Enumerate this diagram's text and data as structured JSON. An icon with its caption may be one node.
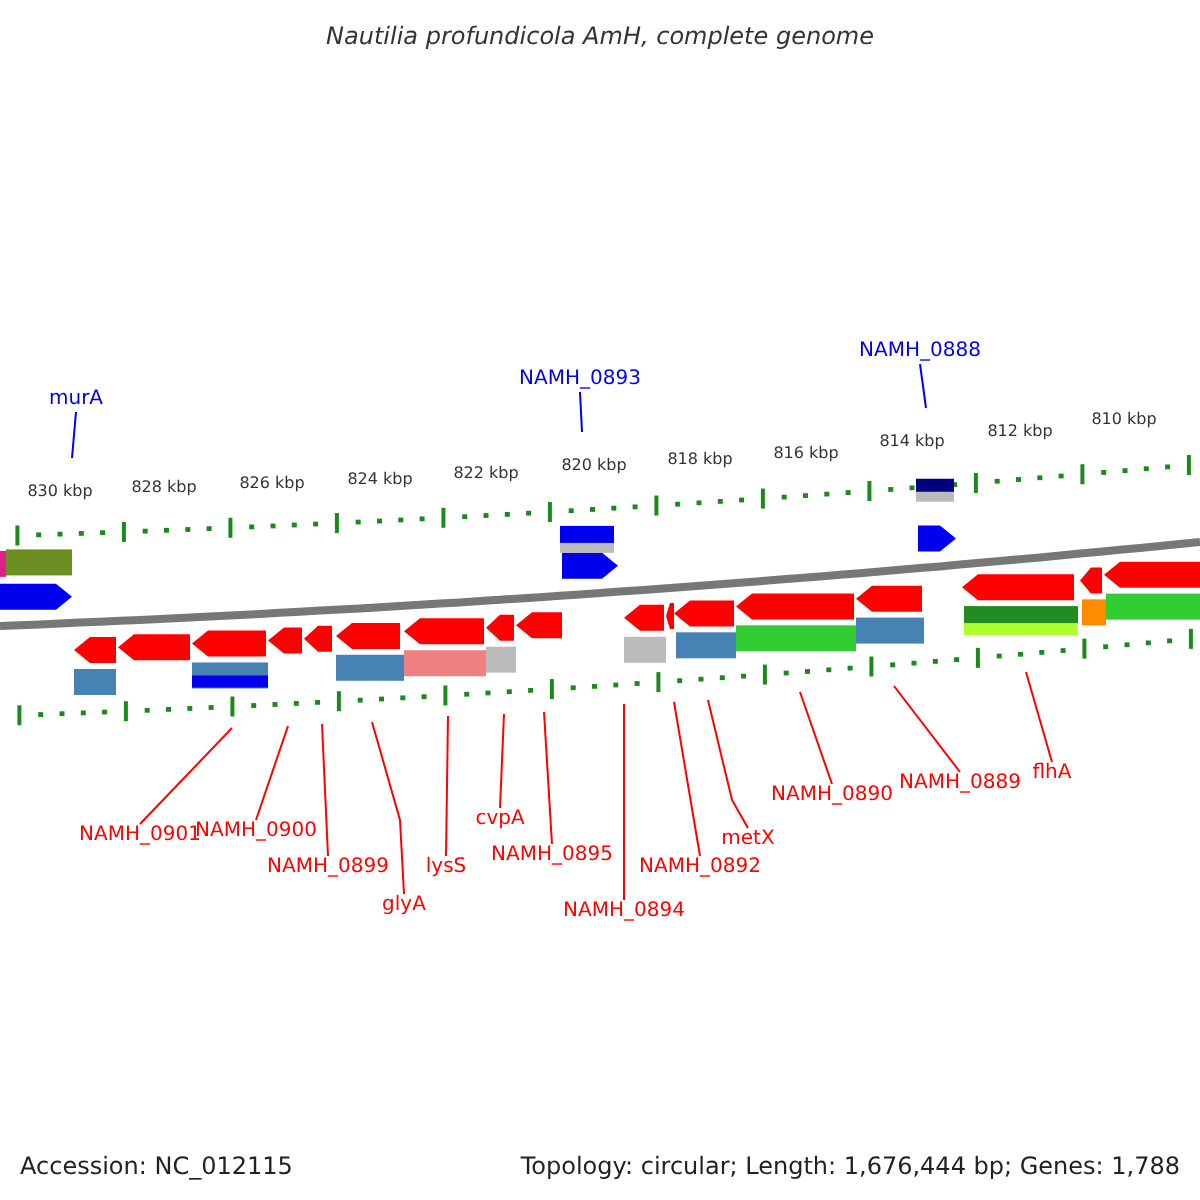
{
  "diagram": {
    "title": "Nautilia profundicola AmH, complete genome",
    "nodes": [
      {
        "text": [
          "murA"
        ]
      },
      {
        "text": [
          "NAMH_0893"
        ]
      },
      {
        "text": [
          "NAMH_0888"
        ]
      },
      {
        "text": [
          "NAMH_0901"
        ]
      },
      {
        "text": [
          "NAMH_0900"
        ]
      },
      {
        "text": [
          "NAMH_0899"
        ]
      },
      {
        "text": [
          "glyA"
        ]
      },
      {
        "text": [
          "lysS"
        ]
      },
      {
        "text": [
          "cvpA"
        ]
      },
      {
        "text": [
          "NAMH_0895"
        ]
      },
      {
        "text": [
          "NAMH_0894"
        ]
      },
      {
        "text": [
          "NAMH_0892"
        ]
      },
      {
        "text": [
          "metX"
        ]
      },
      {
        "text": [
          "NAMH_0890"
        ]
      },
      {
        "text": [
          "NAMH_0889"
        ]
      },
      {
        "text": [
          "flhA"
        ]
      }
    ],
    "edges": [
      {
        "from": 0,
        "to": null,
        "arrow": "none",
        "color": "#0000ee"
      },
      {
        "from": 1,
        "to": null,
        "arrow": "none",
        "color": "#0000ee"
      },
      {
        "from": 2,
        "to": null,
        "arrow": "none",
        "color": "#0000ee"
      },
      {
        "from": 3,
        "to": null,
        "arrow": "none"
      },
      {
        "from": 4,
        "to": null,
        "arrow": "none"
      },
      {
        "from": 5,
        "to": null,
        "arrow": "none"
      },
      {
        "from": 6,
        "to": null,
        "arrow": "none"
      },
      {
        "from": 7,
        "to": null,
        "arrow": "none"
      },
      {
        "from": 8,
        "to": null,
        "arrow": "none"
      },
      {
        "from": 9,
        "to": null,
        "arrow": "none"
      },
      {
        "from": 10,
        "to": null,
        "arrow": "none"
      },
      {
        "from": 11,
        "to": null,
        "arrow": "none"
      },
      {
        "from": 12,
        "to": null,
        "arrow": "none"
      },
      {
        "from": 13,
        "to": null,
        "arrow": "none"
      },
      {
        "from": 14,
        "to": null,
        "arrow": "none"
      },
      {
        "from": 15,
        "to": null,
        "arrow": "none"
      }
    ],
    "labels": [
      "830 kbp",
      "828 kbp",
      "826 kbp",
      "824 kbp",
      "822 kbp",
      "820 kbp",
      "818 kbp",
      "816 kbp",
      "814 kbp",
      "812 kbp",
      "810 kbp",
      "Accession: NC_012115",
      "Topology: circular; Length: 1,676,444 bp; Genes: 1,788"
    ]
  }
}
